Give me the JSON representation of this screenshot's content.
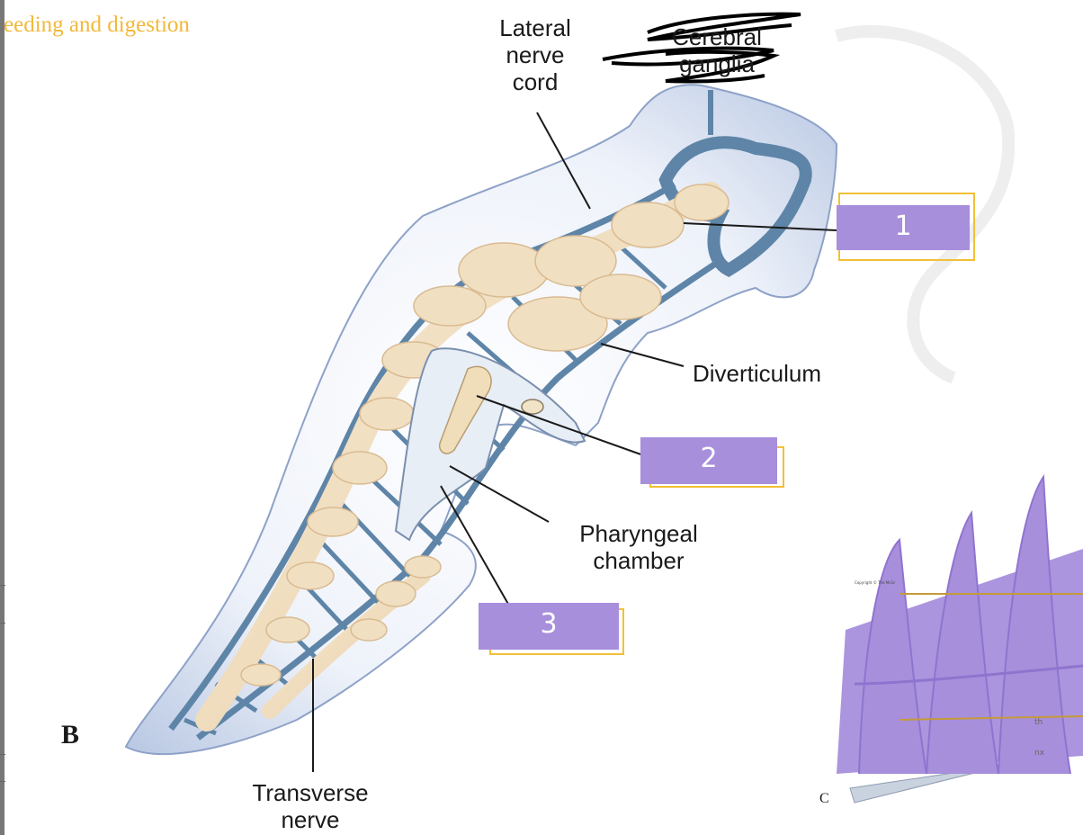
{
  "header": {
    "title": "eeding and digestion"
  },
  "figure": {
    "letter_b": "B",
    "letter_c": "C",
    "labels": {
      "lateral_nerve_cord": [
        "Lateral",
        "nerve",
        "cord"
      ],
      "cerebral_ganglia": [
        "Cerebral",
        "ganglia"
      ],
      "diverticulum": "Diverticulum",
      "pharyngeal_chamber": [
        "Pharyngeal",
        "chamber"
      ],
      "transverse_nerve": [
        "Transverse",
        "nerve"
      ]
    },
    "answer_boxes": [
      {
        "number": "1"
      },
      {
        "number": "2"
      },
      {
        "number": "3"
      }
    ],
    "inset_fragments": {
      "copyright": "Copyright © The McGr",
      "th": "th",
      "nx": "nx"
    }
  },
  "colors": {
    "answer_fill": "#a78fdc",
    "answer_border": "#f2c037",
    "header_text": "#f2b83a",
    "gut": "#f3e2c6",
    "nerve": "#5e85a8",
    "body": "#d8e3f2"
  }
}
